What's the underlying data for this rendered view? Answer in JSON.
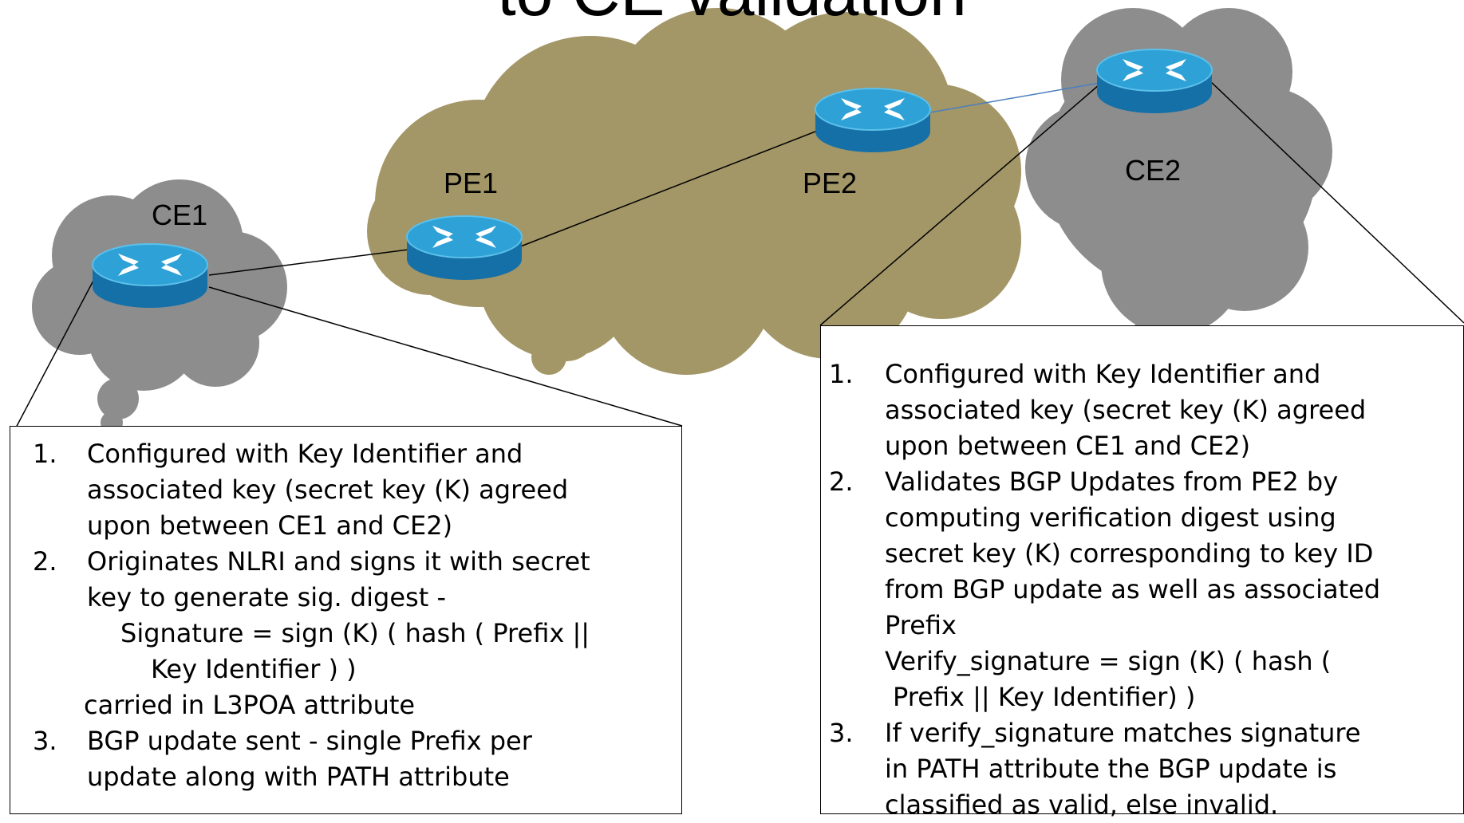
{
  "title": "to CE validation",
  "nodes": {
    "ce1": "CE1",
    "pe1": "PE1",
    "pe2": "PE2",
    "ce2": "CE2"
  },
  "colors": {
    "provider_cloud": "#a39667",
    "customer_cloud": "#8d8d8d",
    "router_top": "#2b9ad1",
    "router_side": "#1570a8",
    "link_blue": "#4a7fbf"
  },
  "icons": {
    "router": "router-icon"
  },
  "ce1_box": {
    "items": [
      {
        "num": "1.",
        "lines": [
          "Configured with Key Identifier and",
          "associated key (secret key (K) agreed",
          "upon between CE1 and CE2)"
        ]
      },
      {
        "num": "2.",
        "lines": [
          "Originates NLRI and signs it with secret",
          "key  to generate sig. digest -",
          "    Signature = sign (K) ( hash ( Prefix ||",
          "       Key Identifier ) )",
          "carried in L3POA attribute"
        ]
      },
      {
        "num": "3.",
        "lines": [
          "BGP update sent - single Prefix per",
          "update  along with PATH attribute"
        ]
      }
    ]
  },
  "ce2_box": {
    "items": [
      {
        "num": "1.",
        "lines": [
          "Configured with Key Identifier and",
          "associated key (secret key (K) agreed",
          "upon between CE1 and CE2)"
        ]
      },
      {
        "num": "2.",
        "lines": [
          "Validates BGP Updates from PE2 by",
          "computing verification digest using",
          "secret key (K) corresponding to key ID",
          "from BGP update as well as associated",
          "Prefix",
          "Verify_signature = sign (K) ( hash (",
          "  Prefix || Key Identifier) )"
        ]
      },
      {
        "num": "3.",
        "lines": [
          "If verify_signature  matches signature",
          "in  PATH attribute the BGP update is",
          "classified as valid, else invalid."
        ]
      }
    ]
  }
}
